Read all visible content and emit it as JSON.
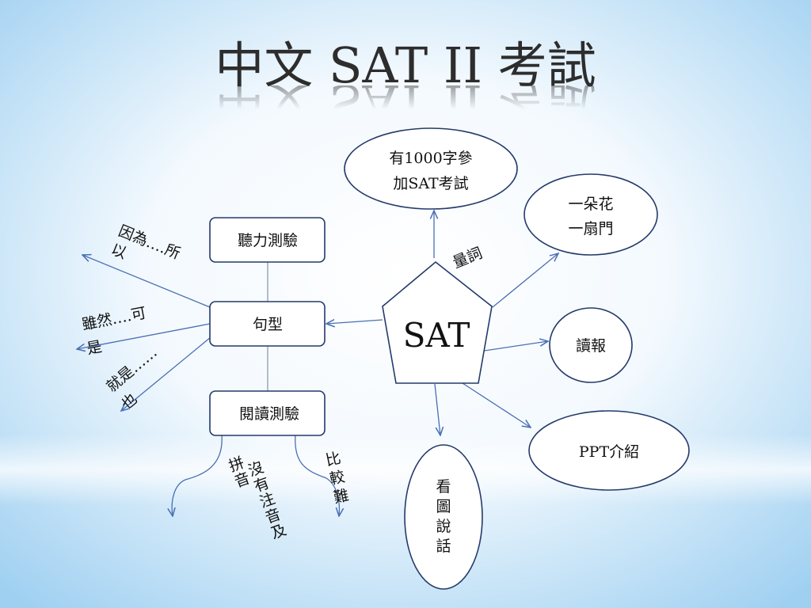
{
  "slide": {
    "title": "中文 SAT II 考試",
    "colors": {
      "background_light": "#ffffff",
      "background_sky": "#9fd0f1",
      "node_fill": "#ffffff",
      "node_stroke": "#243a6b",
      "connector": "#4a6fb5",
      "text": "#111111"
    }
  },
  "center": {
    "label": "SAT",
    "shape": "pentagon"
  },
  "branches": {
    "words": {
      "line1": "有1000字參",
      "line2": "加SAT考試"
    },
    "measure_word_label": "量詞",
    "measure_words": {
      "line1": "一朵花",
      "line2": "一扇門"
    },
    "newspaper": "讀報",
    "ppt": "PPT介紹",
    "picture_talk": [
      "看",
      "圖",
      "說",
      "話"
    ],
    "grammar": "句型"
  },
  "grammar_group": {
    "listening": "聽力測驗",
    "reading": "閱讀測驗",
    "patterns": [
      {
        "line1": "因為….所",
        "line2": "以"
      },
      {
        "line1": "雖然….可",
        "line2": "是"
      },
      {
        "line1": "就是……",
        "line2": "也"
      }
    ],
    "reading_notes": {
      "pinyin": {
        "col1": [
          "拼",
          "音"
        ],
        "col2": [
          "沒",
          "有",
          "注",
          "音",
          "及"
        ]
      },
      "harder": [
        "比",
        "較",
        "難"
      ]
    }
  }
}
